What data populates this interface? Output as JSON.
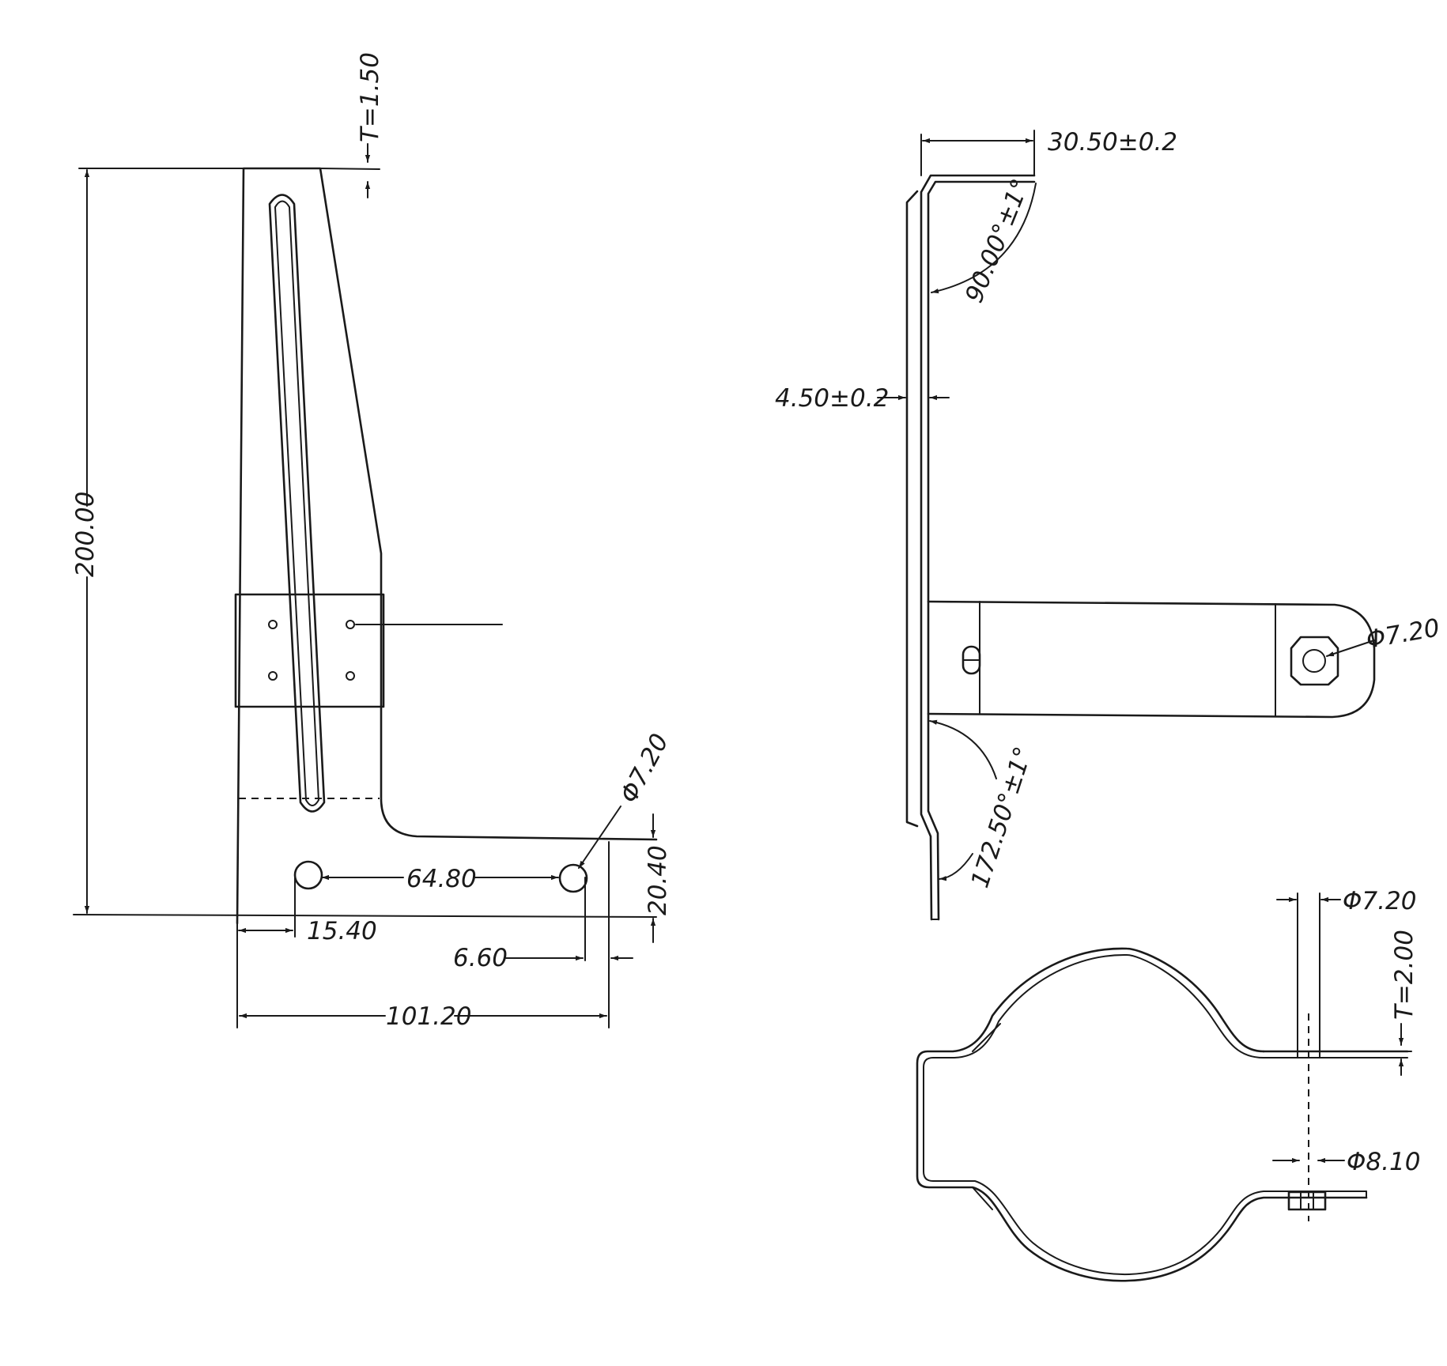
{
  "drawing": {
    "front_view": {
      "thickness": "T=1.50",
      "height": "200.00",
      "hole_diameter": "Φ7.20",
      "hole_spacing": "64.80",
      "hole_height": "20.40",
      "left_offset": "15.40",
      "right_offset": "6.60",
      "total_width": "101.20"
    },
    "side_view": {
      "top_flange": "30.50±0.2",
      "top_angle": "90.00°±1°",
      "offset": "4.50±0.2",
      "hole_diameter": "Φ7.20",
      "bottom_angle": "172.50°±1°"
    },
    "clamp_view": {
      "top_hole": "Φ7.20",
      "thickness": "T=2.00",
      "bolt_diameter": "Φ8.10"
    }
  }
}
